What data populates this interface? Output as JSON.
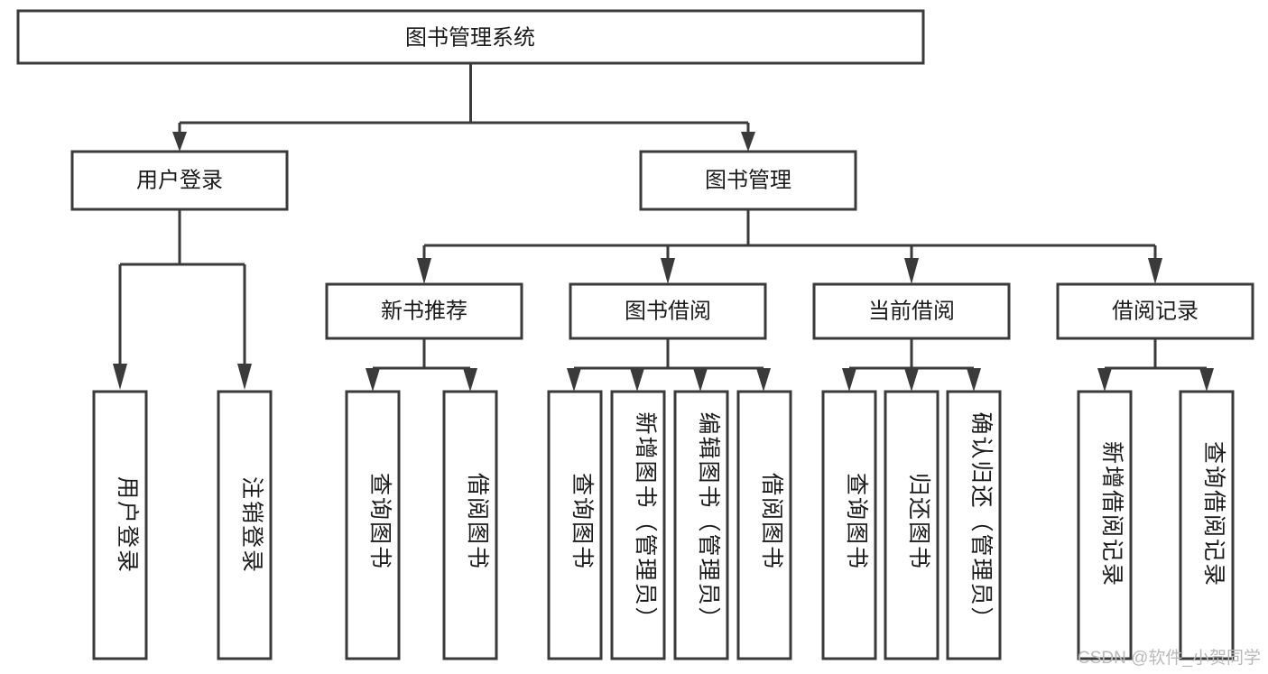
{
  "diagram": {
    "type": "tree-hierarchy",
    "title": "图书管理系统",
    "watermark": "CSDN @软件_小贺同学",
    "colors": {
      "box_stroke": "#3a3a3a",
      "box_fill": "#ffffff",
      "text": "#1b1b1b",
      "connector": "#3a3a3a",
      "background": "#ffffff",
      "watermark": "#b9b9b9"
    },
    "levels": {
      "root": {
        "label": "图书管理系统"
      },
      "level2": [
        {
          "id": "user-login",
          "label": "用户登录"
        },
        {
          "id": "book-management",
          "label": "图书管理"
        }
      ],
      "level3": [
        {
          "id": "new-book-recommend",
          "label": "新书推荐",
          "parent": "book-management"
        },
        {
          "id": "book-borrow",
          "label": "图书借阅",
          "parent": "book-management"
        },
        {
          "id": "current-borrow",
          "label": "当前借阅",
          "parent": "book-management"
        },
        {
          "id": "borrow-record",
          "label": "借阅记录",
          "parent": "book-management"
        }
      ],
      "leaves": [
        {
          "id": "leaf-user-login",
          "label": "用户登录",
          "parent": "user-login"
        },
        {
          "id": "leaf-logout-login",
          "label": "注销登录",
          "parent": "user-login"
        },
        {
          "id": "leaf-query-book-1",
          "label": "查询图书",
          "parent": "new-book-recommend"
        },
        {
          "id": "leaf-borrow-book-1",
          "label": "借阅图书",
          "parent": "new-book-recommend"
        },
        {
          "id": "leaf-query-book-2",
          "label": "查询图书",
          "parent": "book-borrow"
        },
        {
          "id": "leaf-add-book",
          "label": "新增图书（管理员）",
          "parent": "book-borrow"
        },
        {
          "id": "leaf-edit-book",
          "label": "编辑图书（管理员）",
          "parent": "book-borrow"
        },
        {
          "id": "leaf-borrow-book-2",
          "label": "借阅图书",
          "parent": "book-borrow"
        },
        {
          "id": "leaf-query-book-3",
          "label": "查询图书",
          "parent": "current-borrow"
        },
        {
          "id": "leaf-return-book",
          "label": "归还图书",
          "parent": "current-borrow"
        },
        {
          "id": "leaf-confirm-return",
          "label": "确认归还（管理员）",
          "parent": "current-borrow"
        },
        {
          "id": "leaf-add-record",
          "label": "新增借阅记录",
          "parent": "borrow-record"
        },
        {
          "id": "leaf-query-record",
          "label": "查询借阅记录",
          "parent": "borrow-record"
        }
      ]
    }
  }
}
